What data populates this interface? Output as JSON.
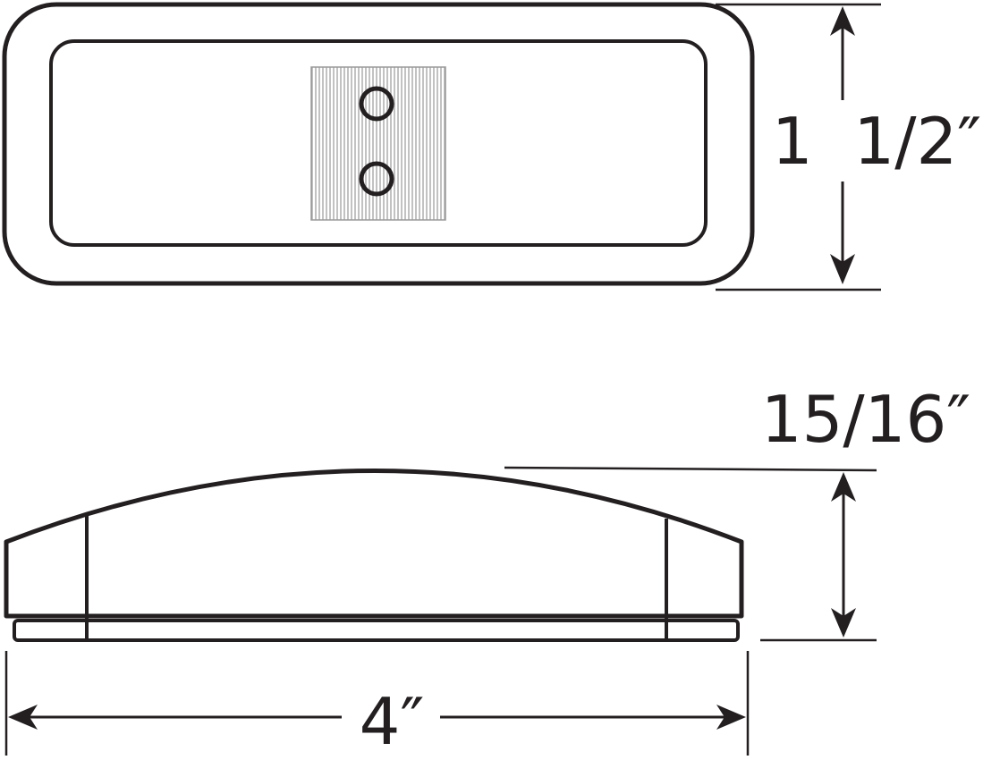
{
  "dimensions": {
    "height": "1  1/2″",
    "depth": "15/16″",
    "length": "4″"
  },
  "colors": {
    "line": "#231f20",
    "lens_hatch": "#9a9a9a",
    "background": "#ffffff"
  }
}
